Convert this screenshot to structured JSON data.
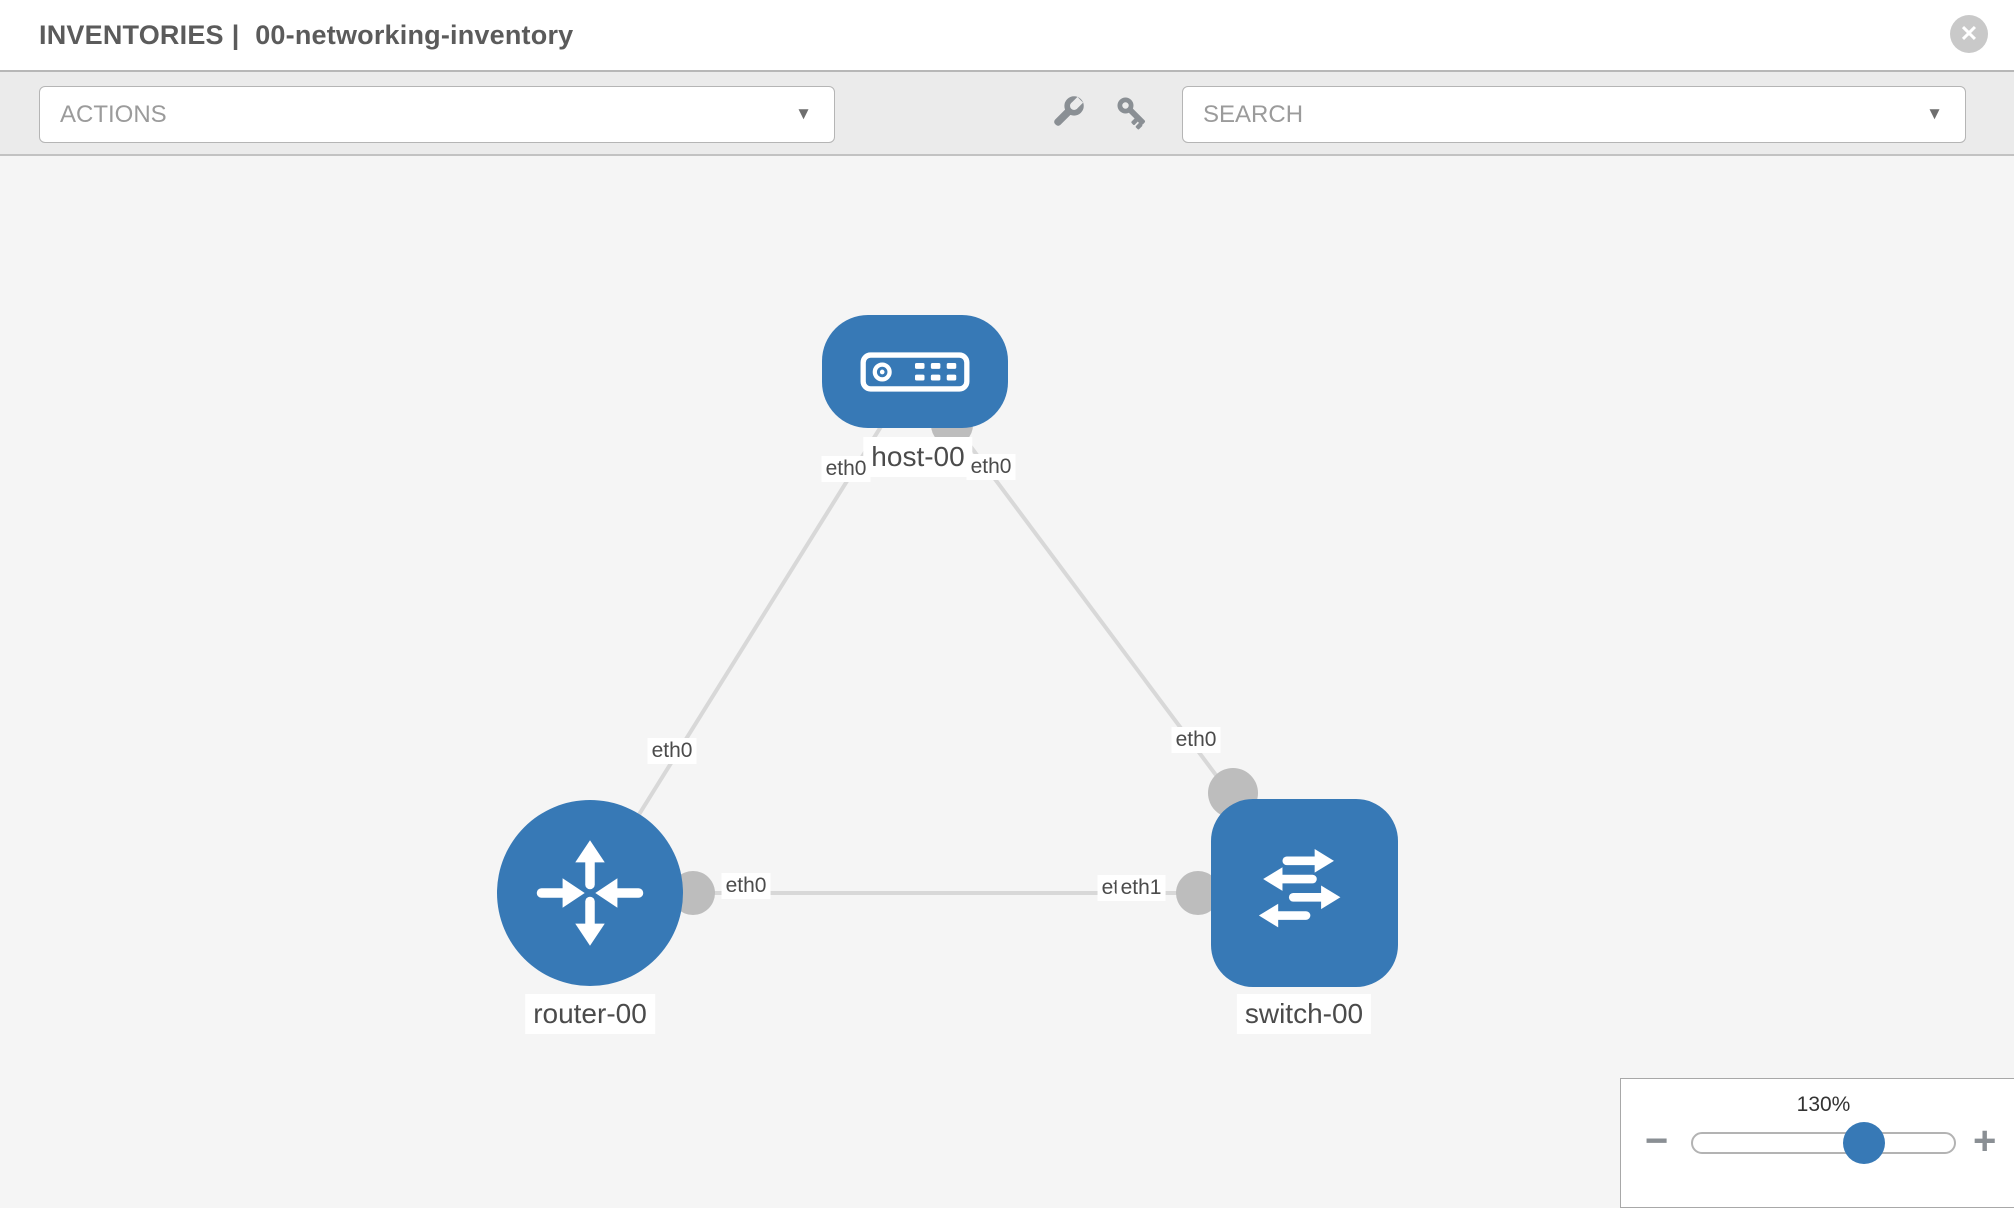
{
  "header": {
    "title_prefix": "INVENTORIES",
    "title_separator": "|",
    "inventory_name": "00-networking-inventory",
    "close_glyph": "✕"
  },
  "toolbar": {
    "actions_label": "ACTIONS",
    "search_label": "SEARCH",
    "caret_glyph": "▼"
  },
  "diagram": {
    "nodes": [
      {
        "id": "host-00",
        "label": "host-00",
        "type": "host"
      },
      {
        "id": "router-00",
        "label": "router-00",
        "type": "router"
      },
      {
        "id": "switch-00",
        "label": "switch-00",
        "type": "switch"
      }
    ],
    "links": [
      {
        "from": "host-00",
        "to": "router-00",
        "from_label": "eth0",
        "to_label": "eth0"
      },
      {
        "from": "host-00",
        "to": "switch-00",
        "from_label": "eth0",
        "to_label": "eth0"
      },
      {
        "from": "router-00",
        "to": "switch-00",
        "from_label": "eth0",
        "to_label": "eth1",
        "overlap_label": "eth0"
      }
    ],
    "colors": {
      "node_fill": "#3779b6",
      "edge": "#d8d8d8",
      "connector": "#bdbdbd",
      "label_text": "#4b4b4b"
    }
  },
  "zoom_control": {
    "level": "130%",
    "minus_glyph": "−",
    "plus_glyph": "+"
  }
}
